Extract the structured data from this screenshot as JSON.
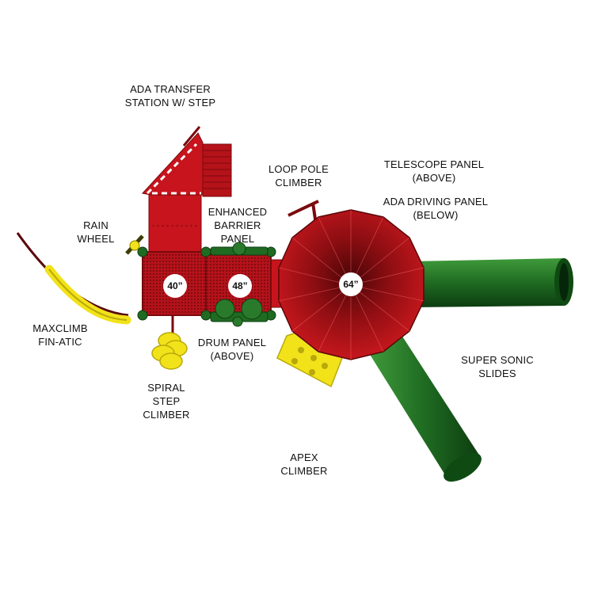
{
  "colors": {
    "red": "#c8141c",
    "dark_red": "#7a0a0e",
    "green": "#1f6b22",
    "yellow": "#f2e21a",
    "white": "#ffffff"
  },
  "labels": {
    "ada_transfer": "ADA TRANSFER\nSTATION W/ STEP",
    "loop_pole": "LOOP POLE\nCLIMBER",
    "telescope": "TELESCOPE PANEL\n(ABOVE)",
    "ada_driving": "ADA DRIVING PANEL\n(BELOW)",
    "rain_wheel": "RAIN\nWHEEL",
    "enhanced_barrier": "ENHANCED\nBARRIER\nPANEL",
    "maxclimb": "MAXCLIMB\nFIN-ATIC",
    "drum_panel": "DRUM PANEL\n(ABOVE)",
    "super_sonic": "SUPER SONIC\nSLIDES",
    "spiral_step": "SPIRAL\nSTEP\nCLIMBER",
    "apex": "APEX\nCLIMBER"
  },
  "decks": {
    "deck_40": "40”",
    "deck_48": "48”",
    "deck_64": "64”"
  }
}
